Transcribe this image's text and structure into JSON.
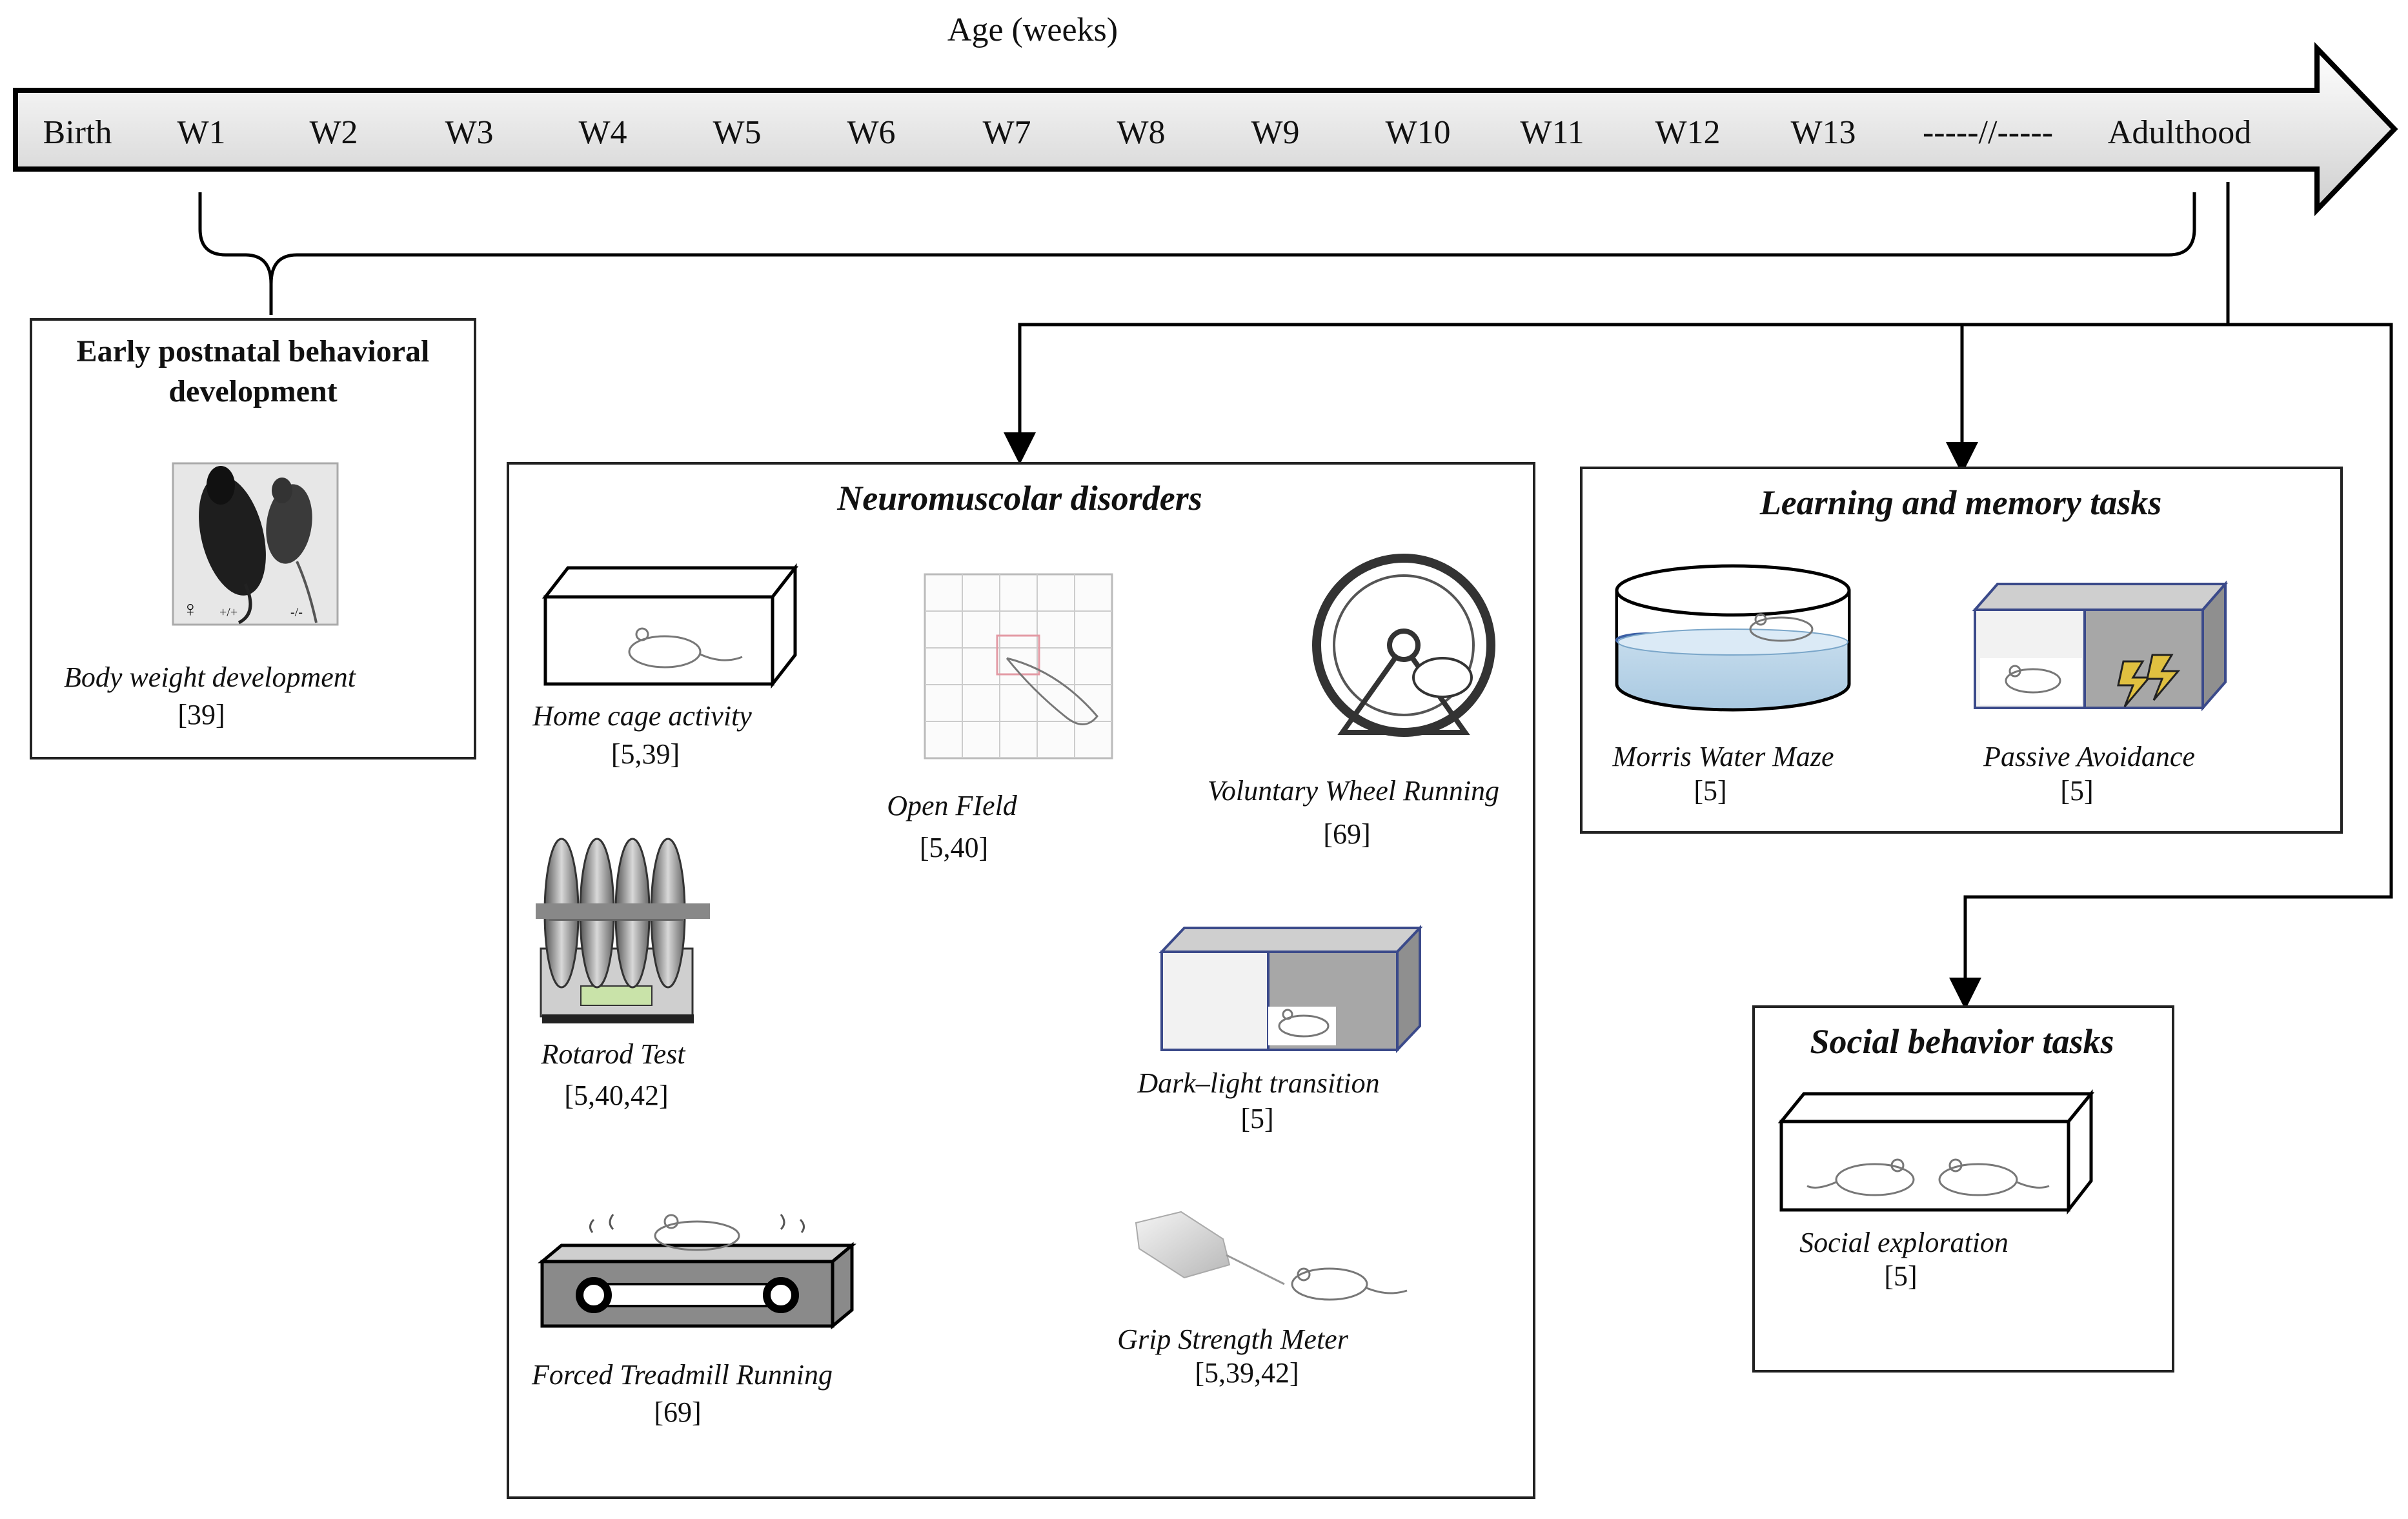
{
  "axis_title": "Age (weeks)",
  "timeline": [
    "Birth",
    "W1",
    "W2",
    "W3",
    "W4",
    "W5",
    "W6",
    "W7",
    "W8",
    "W9",
    "W10",
    "W11",
    "W12",
    "W13",
    "-----//-----",
    "Adulthood"
  ],
  "early": {
    "title_line1": "Early postnatal behavioral",
    "title_line2": "development",
    "photo_labels": [
      "♀",
      "+/+",
      "-/-"
    ],
    "caption": "Body weight development",
    "ref": "[39]"
  },
  "neuro": {
    "title": "Neuromuscolar disorders",
    "tests": [
      {
        "label": "Home cage activity",
        "ref": "[5,39]"
      },
      {
        "label": "Open FIeld",
        "ref": "[5,40]"
      },
      {
        "label": "Voluntary Wheel Running",
        "ref": "[69]"
      },
      {
        "label": "Rotarod Test",
        "ref": "[5,40,42]"
      },
      {
        "label": "Dark–light transition",
        "ref": "[5]"
      },
      {
        "label": "Forced Treadmill Running",
        "ref": "[69]"
      },
      {
        "label": "Grip Strength Meter",
        "ref": "[5,39,42]"
      }
    ]
  },
  "learning": {
    "title": "Learning and memory tasks",
    "tests": [
      {
        "label": "Morris Water Maze",
        "ref": "[5]"
      },
      {
        "label": "Passive Avoidance",
        "ref": "[5]"
      }
    ]
  },
  "social": {
    "title": "Social behavior tasks",
    "tests": [
      {
        "label": "Social exploration",
        "ref": "[5]"
      }
    ]
  },
  "colors": {
    "arrow_light": "#ffffff",
    "arrow_dark": "#cfcfcf",
    "water": "#bcd7ea",
    "box_edge": "#3b4a8a",
    "dark_chamber": "#a7a7a7",
    "treadmill": "#8a8a8a",
    "bolt": "#e0c040"
  }
}
